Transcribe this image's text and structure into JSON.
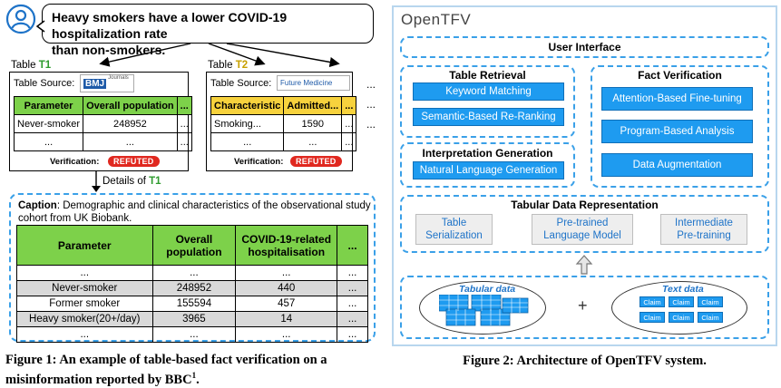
{
  "left_figure": {
    "claim": {
      "line1": "Heavy smokers have a lower COVID-19 hospitalization rate",
      "line2": "than non-smokers."
    },
    "t1": {
      "label_prefix": "Table ",
      "label_id": "T1",
      "source_label": "Table Source:",
      "source_logo_text": "BMJ",
      "source_logo_sub": "Journals",
      "header": [
        "Parameter",
        "Overall population",
        "..."
      ],
      "rows": [
        [
          "Never-smoker",
          "248952",
          "..."
        ],
        [
          "...",
          "...",
          "..."
        ]
      ],
      "verification_label": "Verification:",
      "verification_value": "REFUTED"
    },
    "t2": {
      "label_prefix": "Table ",
      "label_id": "T2",
      "source_label": "Table Source:",
      "source_logo_text": "Future Medicine",
      "header": [
        "Characteristic",
        "Admitted...",
        "..."
      ],
      "rows": [
        [
          "Smoking...",
          "1590",
          "..."
        ],
        [
          "...",
          "...",
          "..."
        ]
      ],
      "verification_label": "Verification:",
      "verification_value": "REFUTED"
    },
    "more_tables_dots": [
      "...",
      "...",
      "..."
    ],
    "details_prefix": "Details of ",
    "details_id": "T1",
    "caption_label": "Caption",
    "caption_text": ": Demographic and clinical characteristics of the observational study cohort from UK Biobank.",
    "big_table": {
      "header": [
        "Parameter",
        "Overall population",
        "COVID-19-related hospitalisation",
        "..."
      ],
      "rows": [
        [
          "...",
          "...",
          "...",
          "..."
        ],
        [
          "Never-smoker",
          "248952",
          "440",
          "..."
        ],
        [
          "Former smoker",
          "155594",
          "457",
          "..."
        ],
        [
          "Heavy smoker(20+/day)",
          "3965",
          "14",
          "..."
        ],
        [
          "...",
          "...",
          "...",
          "..."
        ]
      ]
    },
    "figure_caption": {
      "line1": "Figure 1: An example of table-based fact verification on a",
      "line2": "misinformation reported by BBC",
      "footnote": "1",
      "tail": "."
    }
  },
  "right_figure": {
    "logo": "OpenTFV",
    "user_interface": "User Interface",
    "table_retrieval": {
      "title": "Table Retrieval",
      "items": [
        "Keyword Matching",
        "Semantic-Based Re-Ranking"
      ]
    },
    "interpretation_generation": {
      "title": "Interpretation Generation",
      "items": [
        "Natural Language Generation"
      ]
    },
    "fact_verification": {
      "title": "Fact Verification",
      "items": [
        "Attention-Based Fine-tuning",
        "Program-Based Analysis",
        "Data Augmentation"
      ]
    },
    "tabular_representation": {
      "title": "Tabular Data Representation",
      "items": [
        {
          "line1": "Table",
          "line2": "Serialization"
        },
        {
          "line1": "Pre-trained",
          "line2": "Language Model"
        },
        {
          "line1": "Intermediate",
          "line2": "Pre-training"
        }
      ]
    },
    "tabular_data_label": "Tabular data",
    "text_data_label": "Text data",
    "plus": "+",
    "claim_chip": "Claim",
    "figure_caption": "Figure 2: Architecture of OpenTFV system."
  },
  "colors": {
    "accent_blue": "#1e9bf0",
    "dash_blue": "#3aa0e8",
    "header_green": "#7dd14a",
    "header_yellow": "#f7d23d",
    "refuted_red": "#e0281f"
  }
}
